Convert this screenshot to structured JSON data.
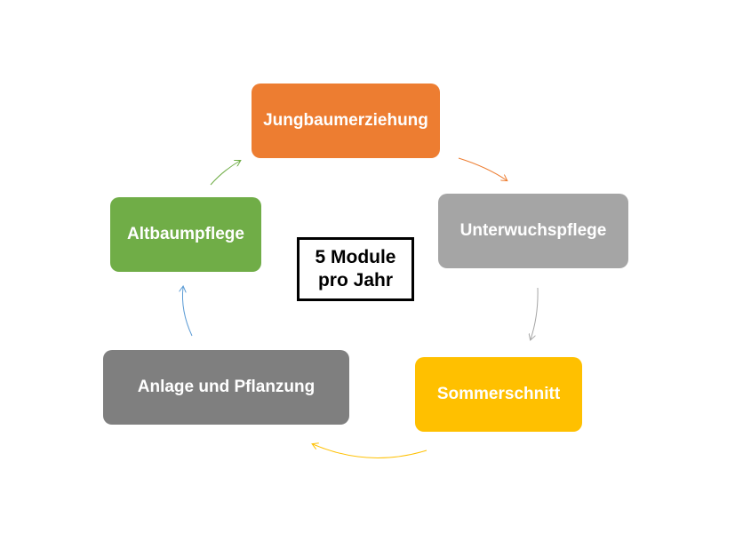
{
  "cycle": {
    "center": {
      "line1": "5 Module",
      "line2": "pro Jahr"
    },
    "nodes": [
      {
        "label": "Jungbaumerziehung",
        "color": "#ED7D31"
      },
      {
        "label": "Unterwuchspflege",
        "color": "#A5A5A5"
      },
      {
        "label": "Sommerschnitt",
        "color": "#FFC000"
      },
      {
        "label": "Anlage und Pflanzung",
        "color": "#7F7F7F"
      },
      {
        "label": "Altbaumpflege",
        "color": "#70AD47"
      }
    ]
  }
}
